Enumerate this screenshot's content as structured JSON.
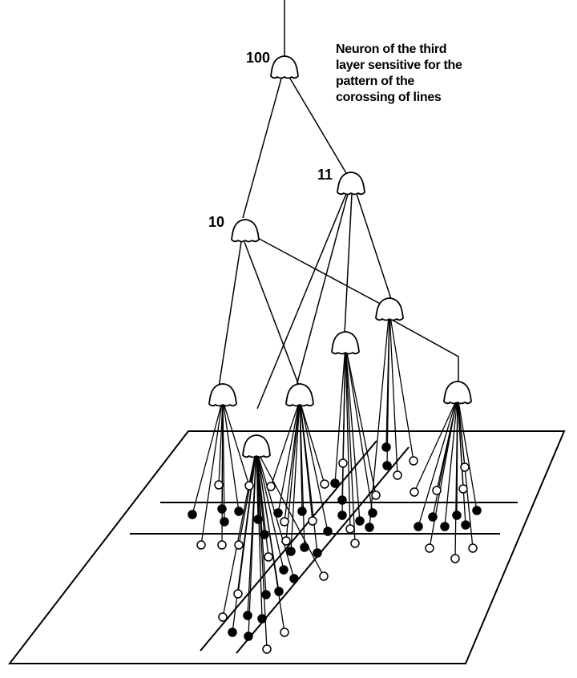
{
  "diagram": {
    "caption_lines": [
      "Neuron of the third",
      "layer sensitive for the",
      "pattern of the",
      "corossing of lines"
    ],
    "neuron_labels": {
      "n100": "100",
      "n11": "11",
      "n10": "10"
    },
    "colors": {
      "stroke": "#000000",
      "filled_receptor": "#000000",
      "empty_receptor": "#ffffff",
      "background": "#ffffff"
    }
  }
}
